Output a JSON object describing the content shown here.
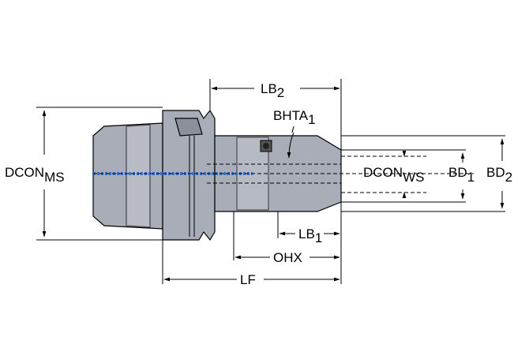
{
  "labels": {
    "lb2": {
      "main": "LB",
      "sub": "2"
    },
    "bhta1": {
      "main": "BHTA",
      "sub": "1"
    },
    "dcon_ms": {
      "main": "DCON",
      "sub": "MS"
    },
    "dcon_ws": {
      "main": "DCON",
      "sub": "WS"
    },
    "bd1": {
      "main": "BD",
      "sub": "1"
    },
    "bd2": {
      "main": "BD",
      "sub": "2"
    },
    "lb1": {
      "main": "LB",
      "sub": "1"
    },
    "ohx": {
      "main": "OHX"
    },
    "lf": {
      "main": "LF"
    }
  },
  "colors": {
    "body": "#a9adb8",
    "body_dark": "#8c909c",
    "body_light": "#c2c5cd",
    "coolant_channel": "#3a6fd0"
  }
}
